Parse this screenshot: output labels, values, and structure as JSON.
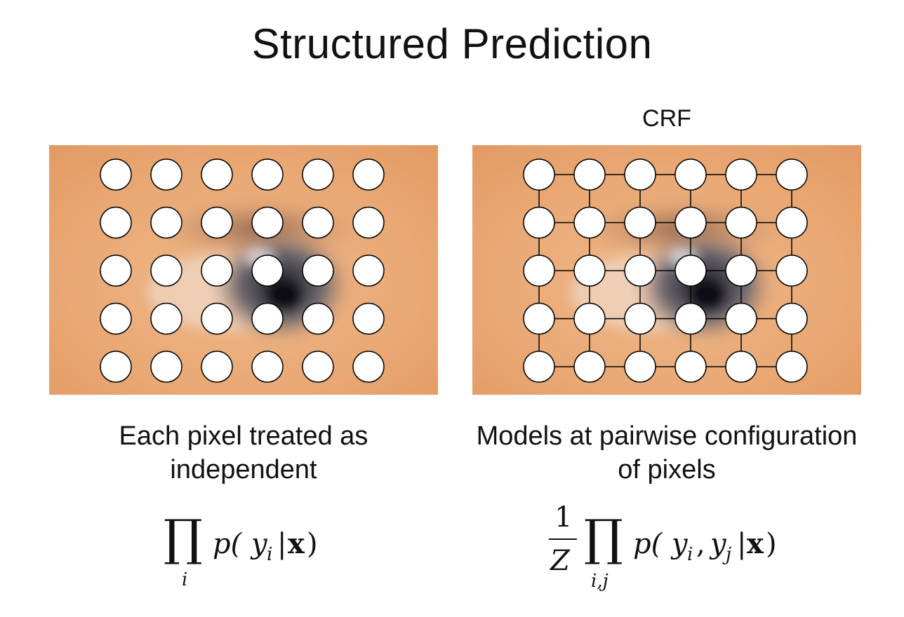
{
  "title": "Structured Prediction",
  "right_panel_label": "CRF",
  "left_caption": [
    "Each pixel treated as",
    "independent"
  ],
  "right_caption": [
    "Models at pairwise configuration",
    "of pixels"
  ],
  "grid": {
    "rows": 5,
    "cols": 6
  },
  "colors": {
    "skin": "#e8a877",
    "skin_light": "#f2c29a",
    "iris_dark": "#4a4650",
    "pupil": "#111114",
    "node_fill": "#ffffff",
    "node_stroke": "#000000"
  },
  "formula_left": {
    "operator": "∏",
    "index": "i",
    "term_p": "p(",
    "term_y": "y",
    "term_y_sub": "i",
    "term_bar": "|",
    "term_x": "x",
    "term_close": ")"
  },
  "formula_right": {
    "numerator": "1",
    "denominator": "Z",
    "operator": "∏",
    "index": "i,j",
    "term_p": "p(",
    "term_y1": "y",
    "term_y1_sub": "i",
    "term_comma": ",",
    "term_y2": "y",
    "term_y2_sub": "j",
    "term_bar": "|",
    "term_x": "x",
    "term_close": ")"
  }
}
